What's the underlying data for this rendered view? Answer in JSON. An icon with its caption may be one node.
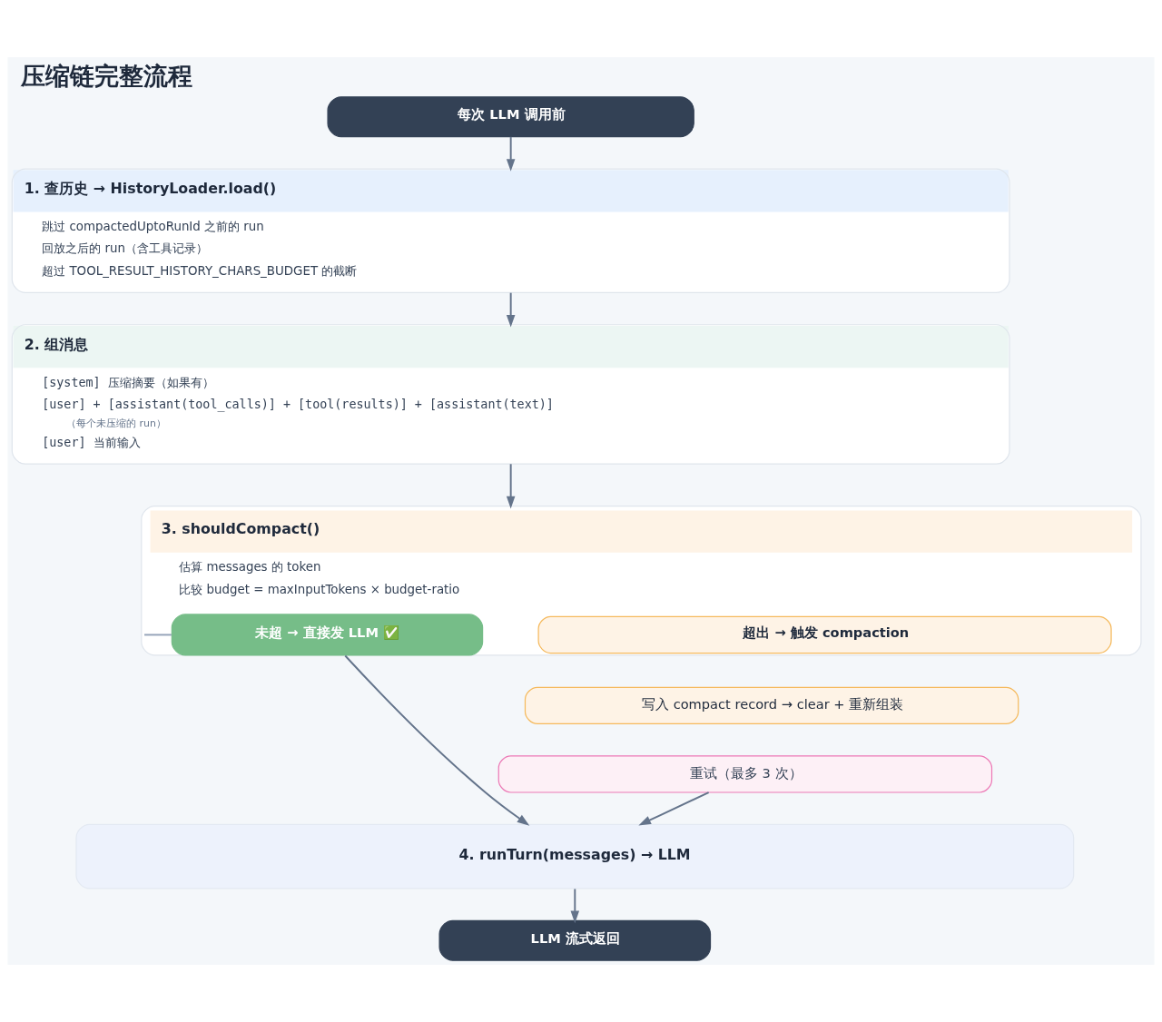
{
  "diagram": {
    "title": "压缩链完整流程",
    "nodes": [
      {
        "text": [
          "每次 LLM 调用前"
        ]
      },
      {
        "text": [
          "1. 查历史 → HistoryLoader.load()",
          "跳过 compactedUptoRunId 之前的 run",
          "回放之后的 run（含工具记录）",
          "超过 TOOL_RESULT_HISTORY_CHARS_BUDGET 的截断"
        ]
      },
      {
        "text": [
          "2. 组消息",
          "[system] 压缩摘要（如果有）",
          "[user] + [assistant(tool_calls)] + [tool(results)] + [assistant(text)]",
          "（每个未压缩的 run）",
          "[user] 当前输入"
        ]
      },
      {
        "text": [
          "3. shouldCompact()",
          "估算 messages 的 token",
          "比较 budget = maxInputTokens × budget-ratio"
        ]
      },
      {
        "text": [
          "未超 → 直接发 LLM ✅"
        ],
        "in": 3
      },
      {
        "text": [
          "超出 → 触发 compaction"
        ],
        "in": 3
      },
      {
        "text": [
          "写入 compact record → clear + 重新组装"
        ]
      },
      {
        "text": [
          "重试（最多 3 次）"
        ]
      },
      {
        "text": [
          "4. runTurn(messages) → LLM"
        ]
      },
      {
        "text": [
          "LLM 流式返回"
        ]
      }
    ],
    "edges": [
      {
        "from": 0,
        "to": 1,
        "arrow": "to"
      },
      {
        "from": 1,
        "to": 2,
        "arrow": "to"
      },
      {
        "from": 2,
        "to": 3,
        "arrow": "to"
      },
      {
        "from": 3,
        "to": 4,
        "arrow": "none",
        "color": "#94a3b8"
      },
      {
        "from": 4,
        "to": 8,
        "arrow": "to"
      },
      {
        "from": 7,
        "to": 8,
        "arrow": "to"
      },
      {
        "from": 8,
        "to": 9,
        "arrow": "to"
      }
    ]
  }
}
